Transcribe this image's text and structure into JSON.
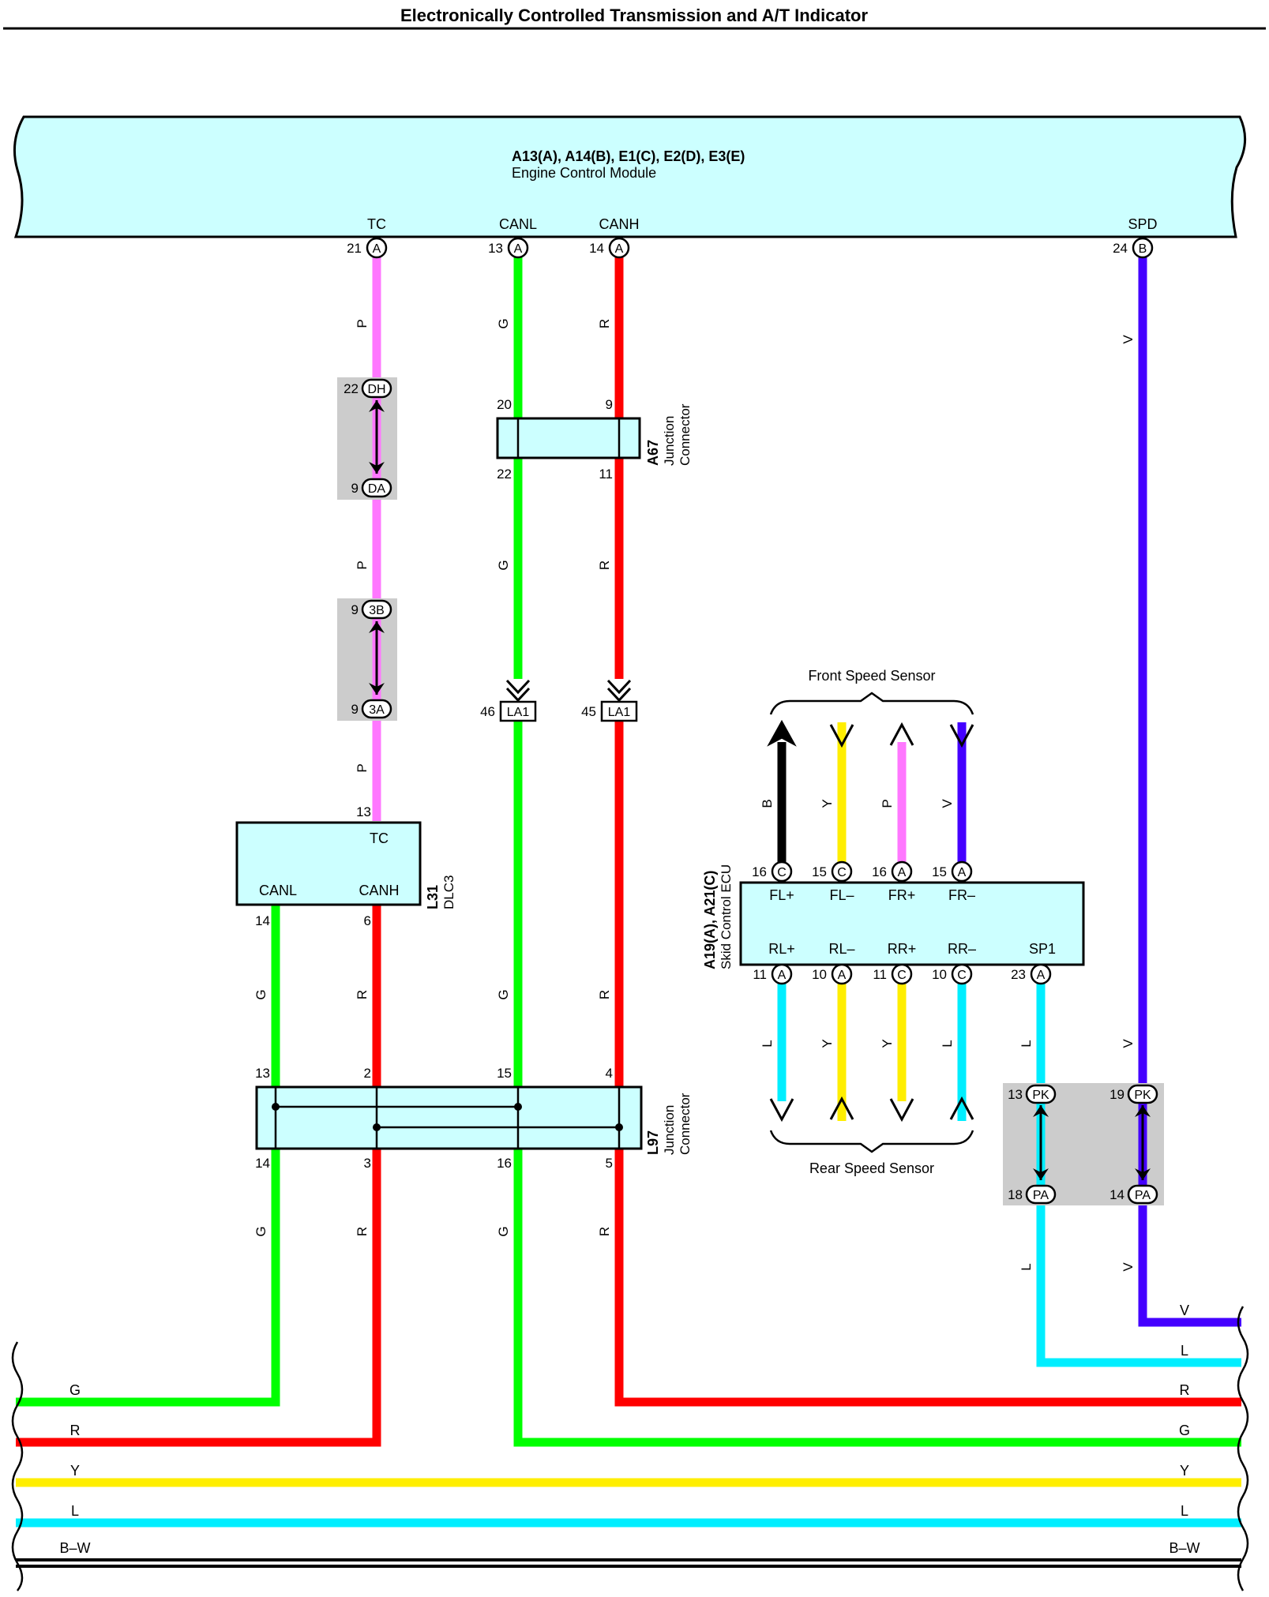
{
  "title": "Electronically Controlled Transmission and A/T Indicator",
  "colors": {
    "pink": "#ff77ff",
    "green": "#00ff00",
    "red": "#ff0000",
    "violet": "#4400ff",
    "black": "#000000",
    "yellow": "#ffee00",
    "cyan": "#00eeff",
    "box_fill": "#ccffff",
    "shade": "#cccccc"
  },
  "ecm": {
    "codes": "A13(A), A14(B), E1(C), E2(D), E3(E)",
    "name": "Engine Control Module",
    "pins": [
      {
        "label": "TC",
        "num": "21",
        "conn": "A"
      },
      {
        "label": "CANL",
        "num": "13",
        "conn": "A"
      },
      {
        "label": "CANH",
        "num": "14",
        "conn": "A"
      },
      {
        "label": "SPD",
        "num": "24",
        "conn": "B"
      }
    ]
  },
  "inline_1": {
    "top": {
      "num": "22",
      "code": "DH"
    },
    "bottom": {
      "num": "9",
      "code": "DA"
    }
  },
  "inline_2": {
    "top": {
      "num": "9",
      "code": "3B"
    },
    "bottom": {
      "num": "9",
      "code": "3A"
    }
  },
  "inline_3": {
    "top": {
      "num": "13",
      "code": "PK"
    },
    "bottom": {
      "num": "18",
      "code": "PA"
    }
  },
  "inline_4": {
    "top": {
      "num": "19",
      "code": "PK"
    },
    "bottom": {
      "num": "14",
      "code": "PA"
    }
  },
  "a67": {
    "code": "A67",
    "name": "Junction",
    "name2": "Connector",
    "pins": [
      "20",
      "9",
      "22",
      "11"
    ]
  },
  "la1": [
    {
      "num": "46",
      "code": "LA1"
    },
    {
      "num": "45",
      "code": "LA1"
    }
  ],
  "dlc3": {
    "code": "L31",
    "name": "DLC3",
    "pin_in": "13",
    "label_tc": "TC",
    "label_canl": "CANL",
    "label_canh": "CANH",
    "pin_canl": "14",
    "pin_canh": "6"
  },
  "l97": {
    "code": "L97",
    "name": "Junction",
    "name2": "Connector",
    "pins_top": [
      "13",
      "2",
      "15",
      "4"
    ],
    "pins_bottom": [
      "14",
      "3",
      "16",
      "5"
    ]
  },
  "skid": {
    "codes": "A19(A), A21(C)",
    "name": "Skid Control ECU",
    "top_pins": [
      {
        "label": "FL+",
        "num": "16",
        "conn": "C"
      },
      {
        "label": "FL–",
        "num": "15",
        "conn": "C"
      },
      {
        "label": "FR+",
        "num": "16",
        "conn": "A"
      },
      {
        "label": "FR–",
        "num": "15",
        "conn": "A"
      }
    ],
    "bottom_pins": [
      {
        "label": "RL+",
        "num": "11",
        "conn": "A"
      },
      {
        "label": "RL–",
        "num": "10",
        "conn": "A"
      },
      {
        "label": "RR+",
        "num": "11",
        "conn": "C"
      },
      {
        "label": "RR–",
        "num": "10",
        "conn": "C"
      },
      {
        "label": "SP1",
        "num": "23",
        "conn": "A"
      }
    ]
  },
  "front_sensor": "Front Speed Sensor",
  "rear_sensor": "Rear Speed Sensor",
  "wire_labels": {
    "p": "P",
    "g": "G",
    "r": "R",
    "v": "V",
    "b": "B",
    "y": "Y",
    "l": "L",
    "bw": "B–W"
  },
  "bus": [
    {
      "left": "",
      "right": "V"
    },
    {
      "left": "",
      "right": "L"
    },
    {
      "left": "G",
      "right": "R"
    },
    {
      "left": "R",
      "right": "G"
    },
    {
      "left": "Y",
      "right": "Y"
    },
    {
      "left": "L",
      "right": "L"
    },
    {
      "left": "B–W",
      "right": "B–W"
    }
  ]
}
